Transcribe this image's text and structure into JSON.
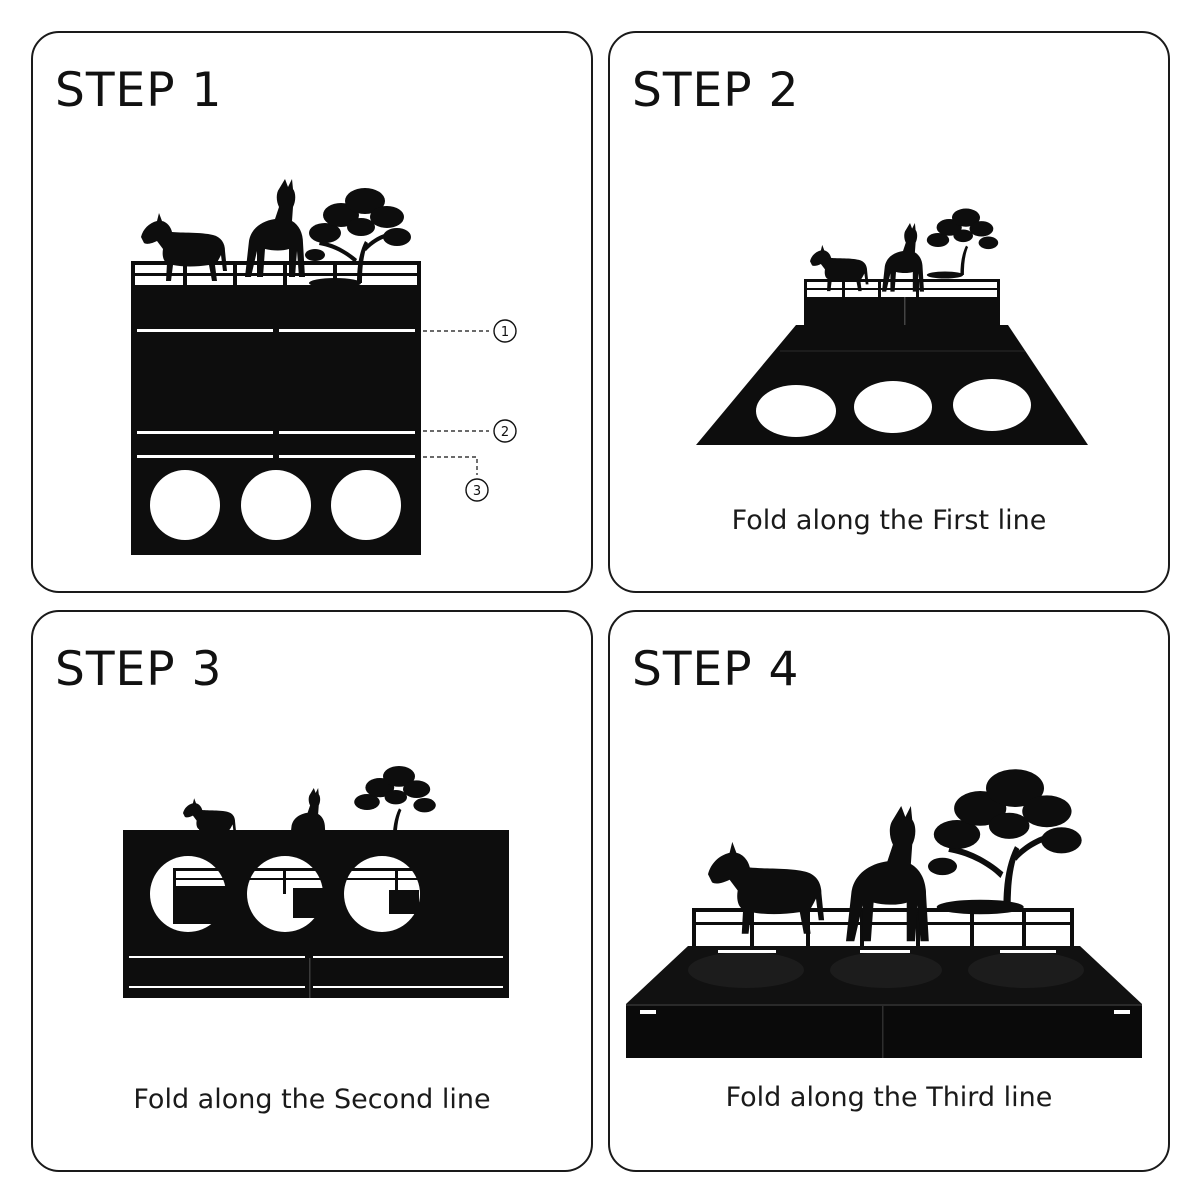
{
  "steps": [
    {
      "title": "STEP 1",
      "caption": ""
    },
    {
      "title": "STEP 2",
      "caption": "Fold along the First line"
    },
    {
      "title": "STEP 3",
      "caption": "Fold along the Second line"
    },
    {
      "title": "STEP 4",
      "caption": "Fold along the Third line"
    }
  ],
  "markers": [
    "1",
    "2",
    "3"
  ],
  "colors": {
    "ink": "#111111",
    "metal": "#0d0d0d",
    "panel_border": "#1a1a1a",
    "background": "#ffffff"
  },
  "icons": [
    "horse-icon",
    "tree-icon",
    "fence-icon"
  ]
}
